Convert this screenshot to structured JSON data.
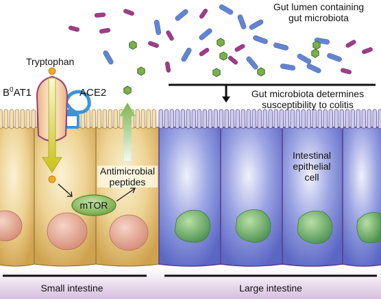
{
  "labels": {
    "lumen_line1": "Gut lumen containing",
    "lumen_line2": "gut microbiota",
    "tryptophan": "Tryptophan",
    "b0at1_base": "B",
    "b0at1_sup": "0",
    "b0at1_rest": "AT1",
    "ace2": "ACE2",
    "determines_line1": "Gut microbiota determines",
    "determines_line2": "susceptibility to colitis",
    "antimicrobial_line1": "Antimicrobial",
    "antimicrobial_line2": "peptides",
    "mtor": "mTOR",
    "epithelial_line1": "Intestinal",
    "epithelial_line2": "epithelial",
    "epithelial_line3": "cell",
    "small_intestine": "Small intestine",
    "large_intestine": "Large intestine"
  },
  "colors": {
    "small_cell": "#e7c77f",
    "large_cell": "#7a86d6",
    "nucleus_small": "#e0a592",
    "nucleus_large": "#6aa86d",
    "bacteria_blue": "#5f86d4",
    "bacteria_purple": "#a43a86",
    "peptide_green": "#7ab04e",
    "mtor_green": "#86b955",
    "ace2_blue": "#3b94d6",
    "tryptophan_dot": "#f0ac22"
  }
}
